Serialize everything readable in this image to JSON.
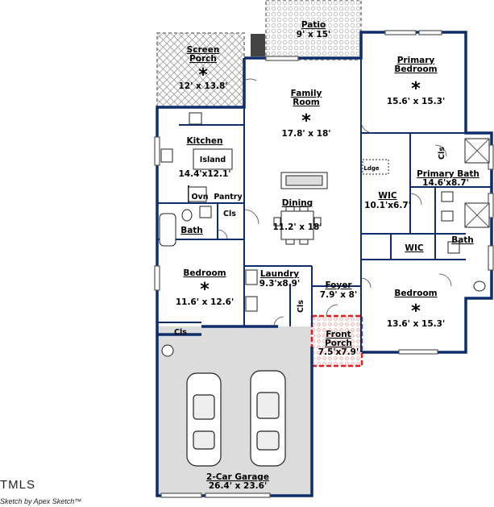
{
  "plan": {
    "wall_color": "#0d2d6b",
    "porch_color": "#e02020",
    "garage_fill": "#dcdcdc",
    "rooms": [
      {
        "id": "patio",
        "name": "Patio",
        "dims": "9' x 15'"
      },
      {
        "id": "screen-porch",
        "name": "Screen Porch",
        "dims": "12' x 13.8'"
      },
      {
        "id": "family-room",
        "name": "Family Room",
        "dims": "17.8' x 18'"
      },
      {
        "id": "primary-bedroom",
        "name": "Primary Bedroom",
        "dims": "15.6' x 15.3'"
      },
      {
        "id": "kitchen",
        "name": "Kitchen",
        "dims": "14.4'x12.1'"
      },
      {
        "id": "island",
        "name": "Island",
        "dims": ""
      },
      {
        "id": "primary-bath",
        "name": "Primary Bath",
        "dims": "14.6'x8.7'"
      },
      {
        "id": "wic-1",
        "name": "WIC",
        "dims": "10.1'x6.7'"
      },
      {
        "id": "dining",
        "name": "Dining",
        "dims": "11.2' x 18'"
      },
      {
        "id": "bath-left",
        "name": "Bath",
        "dims": ""
      },
      {
        "id": "bath-right",
        "name": "Bath",
        "dims": ""
      },
      {
        "id": "wic-2",
        "name": "WIC",
        "dims": ""
      },
      {
        "id": "bedroom-left",
        "name": "Bedroom",
        "dims": "11.6' x 12.6'"
      },
      {
        "id": "laundry",
        "name": "Laundry",
        "dims": "9.3'x8.9'"
      },
      {
        "id": "foyer",
        "name": "Foyer",
        "dims": "7.9' x 8'"
      },
      {
        "id": "bedroom-right",
        "name": "Bedroom",
        "dims": "13.6' x 15.3'"
      },
      {
        "id": "front-porch",
        "name": "Front Porch",
        "dims": "7.5'x7.9'"
      },
      {
        "id": "garage",
        "name": "2-Car Garage",
        "dims": "26.4' x 23.6'"
      }
    ],
    "small_labels": {
      "ovn": "Ovn",
      "pantry": "Pantry",
      "cls_hall": "Cls",
      "cls_bath": "Cls",
      "cls_laundry": "Cls",
      "cls_bedroom": "Cls",
      "ledge": "Ldge"
    }
  },
  "watermark": {
    "brand": "TMLS",
    "credit": "Sketch by Apex Sketch™"
  }
}
